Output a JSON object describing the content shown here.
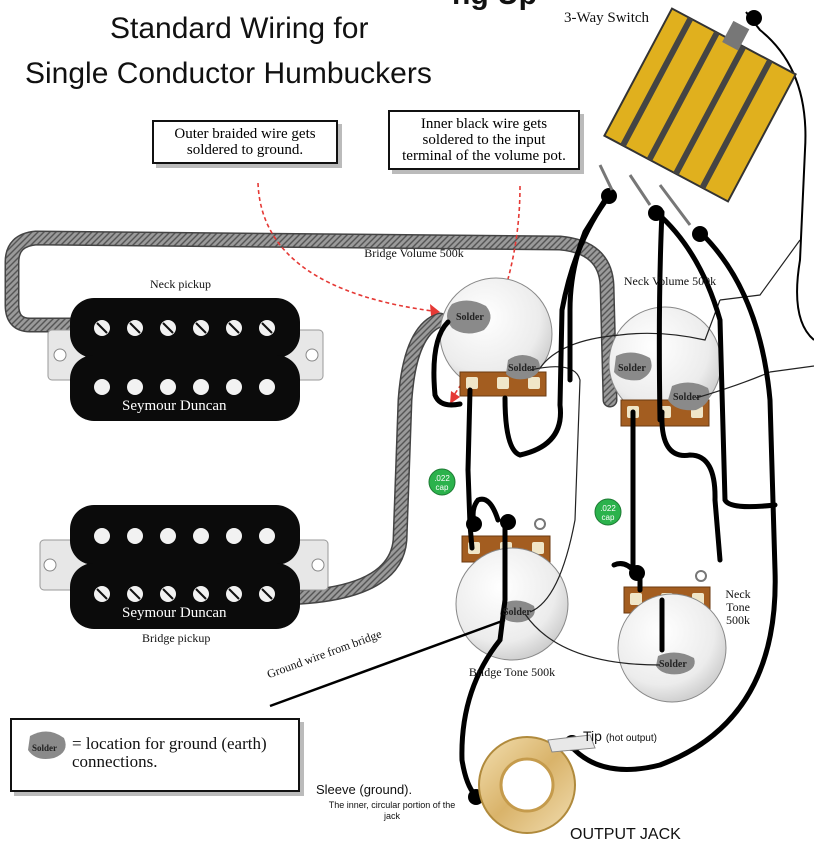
{
  "title": {
    "line1": "Standard Wiring for",
    "line2": "Single Conductor Humbuckers",
    "clipped": "ng Up"
  },
  "switch": {
    "label": "3-Way Switch"
  },
  "callouts": {
    "outer_braided": "Outer braided wire gets soldered to ground.",
    "inner_black": "Inner black wire gets soldered to the input terminal of the volume pot."
  },
  "pickups": {
    "neck_label": "Neck pickup",
    "bridge_label": "Bridge pickup",
    "brand": "Seymour Duncan"
  },
  "pots": {
    "bridge_volume": "Bridge Volume 500k",
    "neck_volume": "Neck Volume 500k",
    "bridge_tone": "Bridge Tone 500k",
    "neck_tone": "Neck Tone 500k"
  },
  "capacitor": {
    "label": ".022 cap"
  },
  "solder_label": "Solder",
  "ground_wire": "Ground wire from bridge",
  "legend": {
    "symbol": "Solder",
    "text": "= location for ground (earth) connections."
  },
  "jack": {
    "tip_label": "Tip",
    "tip_note": "(hot output)",
    "sleeve_label": "Sleeve (ground).",
    "sleeve_note": "The inner, circular portion of the jack",
    "title": "OUTPUT JACK"
  },
  "colors": {
    "wire": "#000000",
    "braid": "#8a8a8a",
    "cap": "#2bb24c",
    "switch_gold": "#e2b11e",
    "pot_lug": "#9b5a1e",
    "guide": "#e53935"
  }
}
